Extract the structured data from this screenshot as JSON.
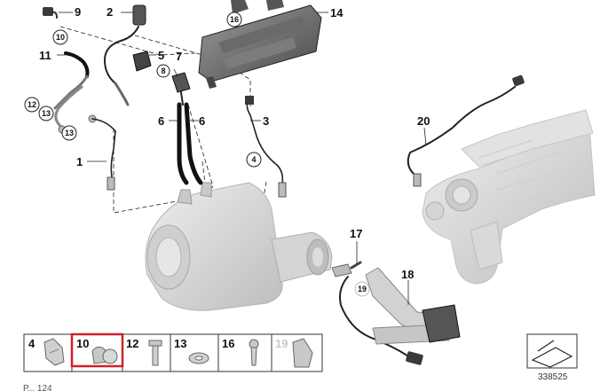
{
  "callouts": [
    {
      "id": "c9",
      "label": "9"
    },
    {
      "id": "c2",
      "label": "2"
    },
    {
      "id": "c11",
      "label": "11"
    },
    {
      "id": "c5",
      "label": "5"
    },
    {
      "id": "c7",
      "label": "7"
    },
    {
      "id": "c14",
      "label": "14"
    },
    {
      "id": "c6a",
      "label": "6"
    },
    {
      "id": "c6b",
      "label": "6"
    },
    {
      "id": "c3",
      "label": "3"
    },
    {
      "id": "c1",
      "label": "1"
    },
    {
      "id": "c20",
      "label": "20"
    },
    {
      "id": "c17",
      "label": "17"
    },
    {
      "id": "c18",
      "label": "18"
    }
  ],
  "circled_callouts": [
    {
      "id": "cc10",
      "label": "10"
    },
    {
      "id": "cc16",
      "label": "16"
    },
    {
      "id": "cc8",
      "label": "8"
    },
    {
      "id": "cc12",
      "label": "12"
    },
    {
      "id": "cc13a",
      "label": "13"
    },
    {
      "id": "cc13b",
      "label": "13"
    },
    {
      "id": "cc4",
      "label": "4"
    },
    {
      "id": "cc19",
      "label": "19"
    }
  ],
  "parts_strip": [
    {
      "label": "4",
      "highlighted": false,
      "faded": false
    },
    {
      "label": "10",
      "highlighted": true,
      "faded": false
    },
    {
      "label": "12",
      "highlighted": false,
      "faded": false
    },
    {
      "label": "13",
      "highlighted": false,
      "faded": false
    },
    {
      "label": "16",
      "highlighted": false,
      "faded": false
    },
    {
      "label": "19",
      "highlighted": false,
      "faded": true
    }
  ],
  "reference_number": "338525",
  "cut_off_text": "Р... 124",
  "colors": {
    "line": "#1a1a1a",
    "part_fill": "#d9d9d9",
    "highlight": "#d0202a",
    "faded": "#c8c8c8"
  }
}
